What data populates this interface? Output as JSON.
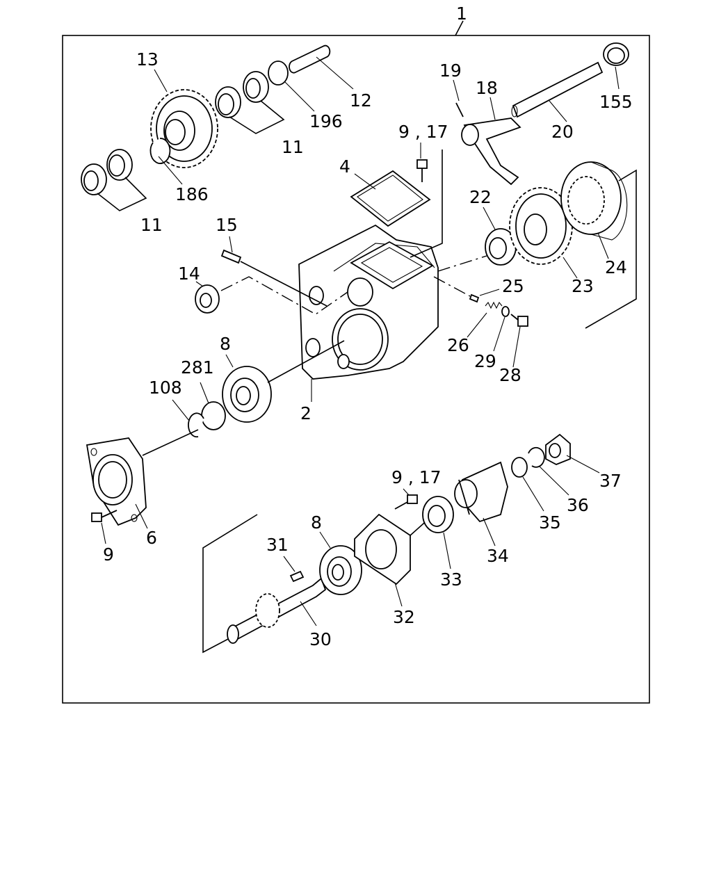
{
  "labels": {
    "p1": "1",
    "p2": "2",
    "p4": "4",
    "p6": "6",
    "p8a": "8",
    "p8b": "8",
    "p9a": "9",
    "p9_17a": "9 , 17",
    "p9_17b": "9 , 17",
    "p11a": "11",
    "p11b": "11",
    "p12": "12",
    "p13": "13",
    "p14": "14",
    "p15": "15",
    "p18": "18",
    "p19": "19",
    "p20": "20",
    "p22": "22",
    "p23": "23",
    "p24": "24",
    "p25": "25",
    "p26": "26",
    "p28": "28",
    "p29": "29",
    "p30": "30",
    "p31": "31",
    "p32": "32",
    "p33": "33",
    "p34": "34",
    "p35": "35",
    "p36": "36",
    "p37": "37",
    "p108": "108",
    "p155": "155",
    "p186": "186",
    "p196": "196",
    "p281": "281"
  }
}
